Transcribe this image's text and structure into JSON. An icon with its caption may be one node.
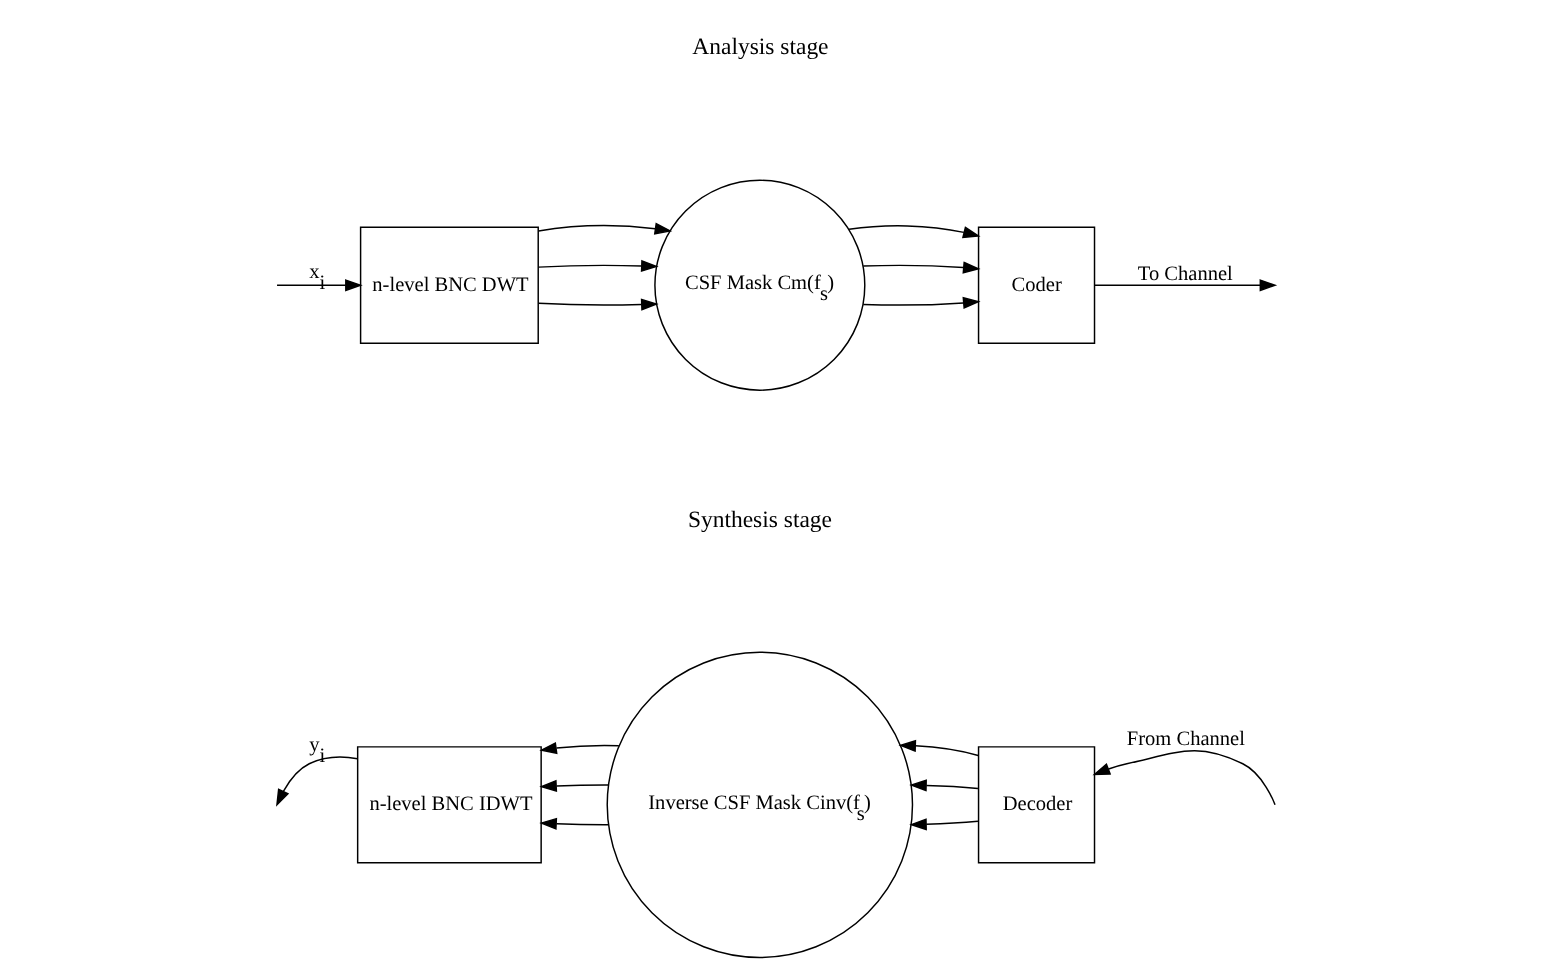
{
  "diagram": {
    "nodes": [
      {
        "text": [
          "n-level BNC DWT"
        ]
      },
      {
        "text": [
          "CSF Mask Cm(f$_{s}$)"
        ]
      },
      {
        "text": [
          "Coder"
        ]
      },
      {
        "text": [
          "n-level BNC IDWT"
        ]
      },
      {
        "text": [
          "Inverse CSF Mask Cinv(f$_{s}$)"
        ]
      },
      {
        "text": [
          "Decoder"
        ]
      }
    ],
    "edges": [
      {
        "from": null,
        "to": 0,
        "arrow": "to",
        "label": "x$_{i}$"
      },
      {
        "from": 0,
        "to": 1,
        "arrow": "to"
      },
      {
        "from": 0,
        "to": 1,
        "arrow": "to"
      },
      {
        "from": 0,
        "to": 1,
        "arrow": "to"
      },
      {
        "from": 1,
        "to": 2,
        "arrow": "to"
      },
      {
        "from": 1,
        "to": 2,
        "arrow": "to"
      },
      {
        "from": 1,
        "to": 2,
        "arrow": "to"
      },
      {
        "from": 2,
        "to": null,
        "arrow": "to",
        "label": "To Channel"
      },
      {
        "from": null,
        "to": 5,
        "arrow": "to",
        "label": "From Channel"
      },
      {
        "from": 5,
        "to": 4,
        "arrow": "to"
      },
      {
        "from": 5,
        "to": 4,
        "arrow": "to"
      },
      {
        "from": 5,
        "to": 4,
        "arrow": "to"
      },
      {
        "from": 4,
        "to": 3,
        "arrow": "to"
      },
      {
        "from": 4,
        "to": 3,
        "arrow": "to"
      },
      {
        "from": 4,
        "to": 3,
        "arrow": "to"
      },
      {
        "from": 3,
        "to": null,
        "arrow": "to",
        "label": "y$_{i}$"
      }
    ],
    "labels": [
      "Analysis stage",
      "Synthesis stage"
    ]
  }
}
